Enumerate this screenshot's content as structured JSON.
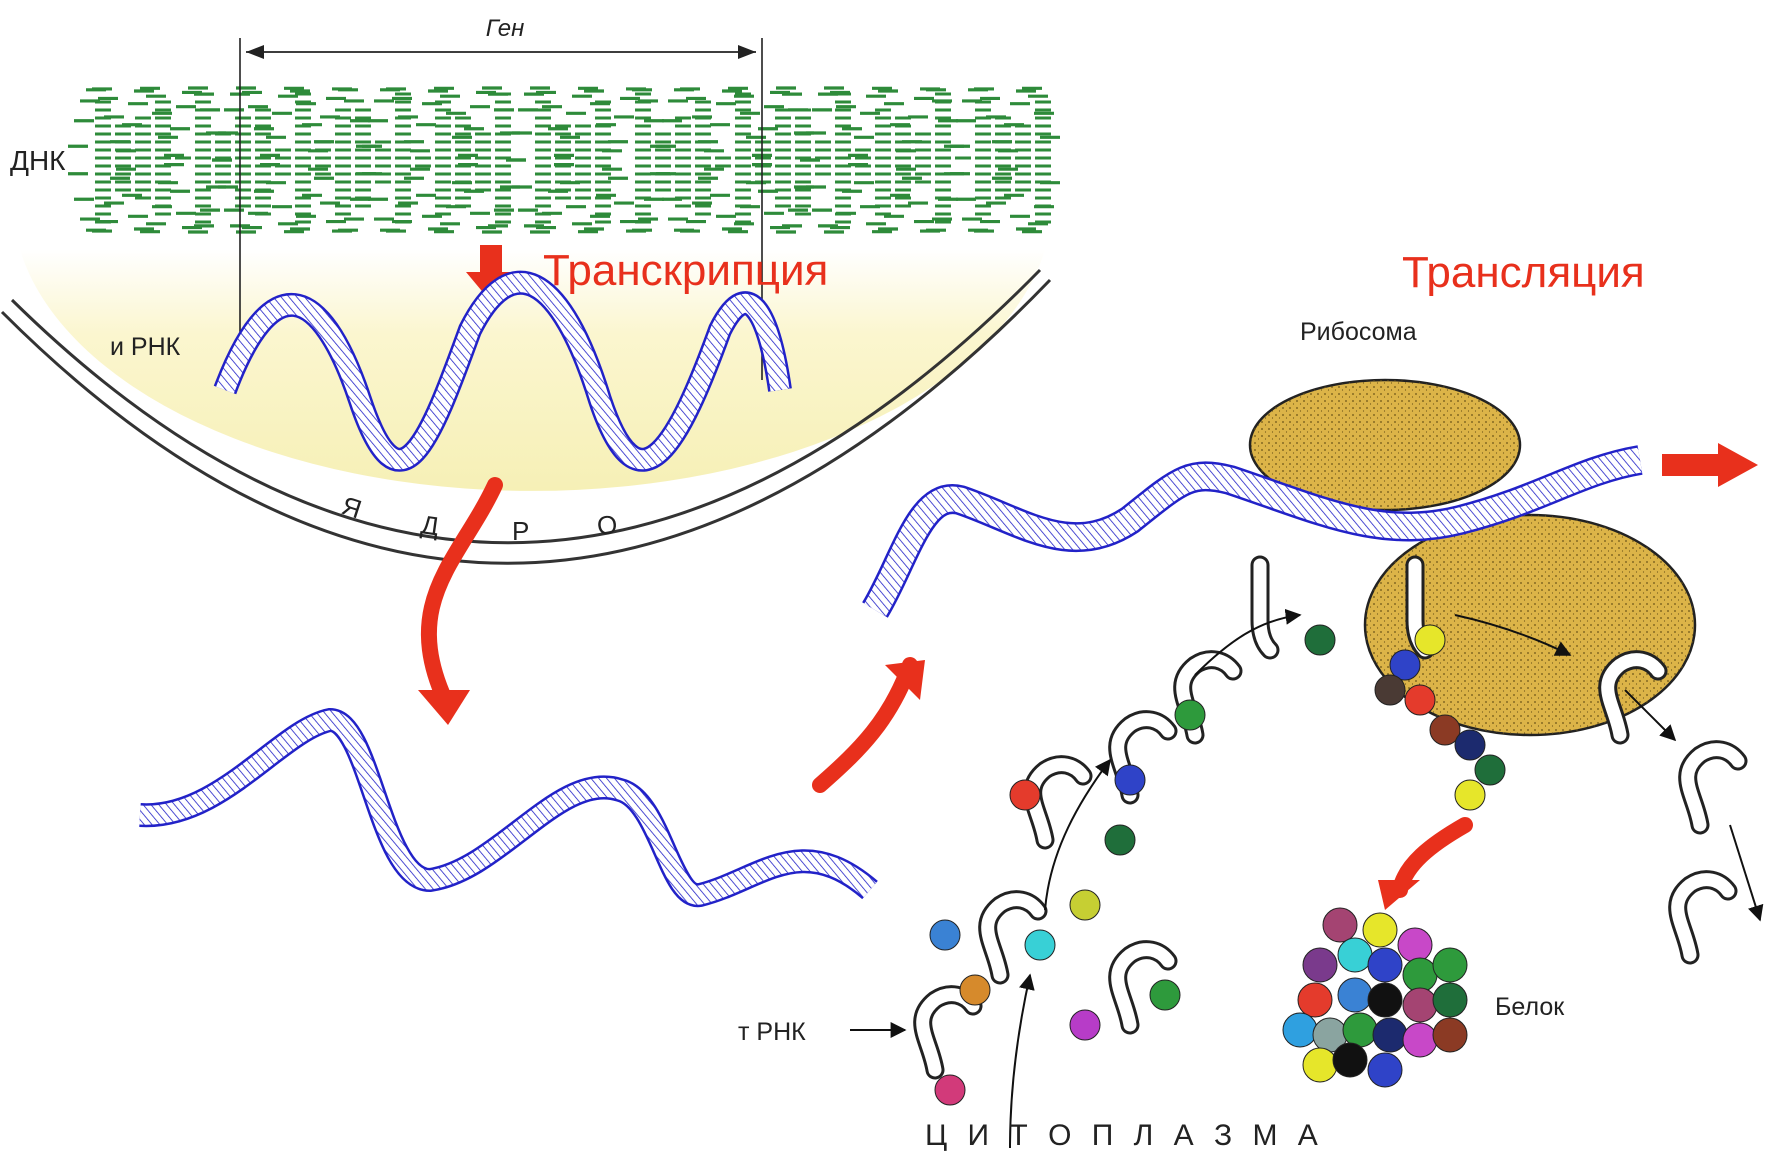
{
  "labels": {
    "gene": "Ген",
    "dna": "ДНК",
    "mrna": "и РНК",
    "transcription": "Транскрипция",
    "translation": "Трансляция",
    "ribosome": "Рибосома",
    "nucleus_letters": [
      "Я",
      "Д",
      "Р",
      "О"
    ],
    "trna": "т РНК",
    "protein": "Белок",
    "cytoplasm": "Ц И Т О П Л А З М А"
  },
  "colors": {
    "dna": "#2e8b3a",
    "rna": "#2222c8",
    "arrow": "#e8301c",
    "ribosome": "#dcb448",
    "nucleus_fill": "#fbf6c9",
    "text_red": "#e8301c"
  },
  "amino_acid_colors": [
    "#e43b2c",
    "#2f43c8",
    "#2e9a3c",
    "#1f6e3a",
    "#e6e62a",
    "#4a3a34",
    "#8b3a24",
    "#1c2a6e",
    "#3a82d4",
    "#d68a2c",
    "#38d0d6",
    "#c6cf33",
    "#b73cc8",
    "#d23a7a",
    "#a44472",
    "#7a3a8c",
    "#2fa0e0",
    "#8aa4a0",
    "#111111",
    "#c848c8"
  ]
}
